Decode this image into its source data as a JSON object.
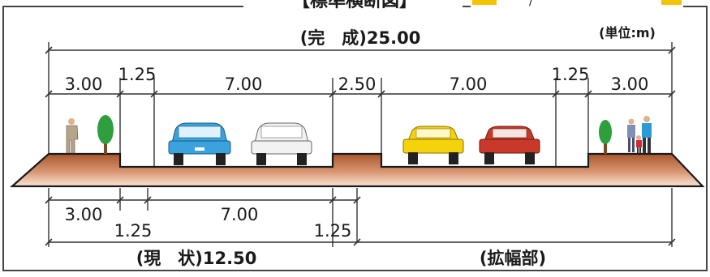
{
  "header": {
    "title": "【標準横断図】",
    "right_mark": "/"
  },
  "unit_note": "(単位:m)",
  "top_dimensions": {
    "total_label": "(完　成)25.00",
    "segments": [
      "3.00",
      "1.25",
      "7.00",
      "2.50",
      "7.00",
      "1.25",
      "3.00"
    ]
  },
  "bottom_dimensions": {
    "segments_upper": [
      "3.00",
      "7.00"
    ],
    "segments_lower": [
      "1.25",
      "1.25"
    ],
    "current_label": "(現　状)12.50",
    "widening_label": "(拡幅部)"
  },
  "colors": {
    "frame": "#444444",
    "road_body": "#b4653a",
    "road_fade": "#fbe6d6",
    "header_accent": "#f5c400",
    "car1": "#3aa2dd",
    "car2": "#f2f2f2",
    "car3": "#f4d20c",
    "car4": "#c9392a",
    "tree": "#2f9f3e"
  },
  "icons": [
    "pedestrian-icon",
    "tree-icon",
    "car-icon",
    "family-icon"
  ]
}
